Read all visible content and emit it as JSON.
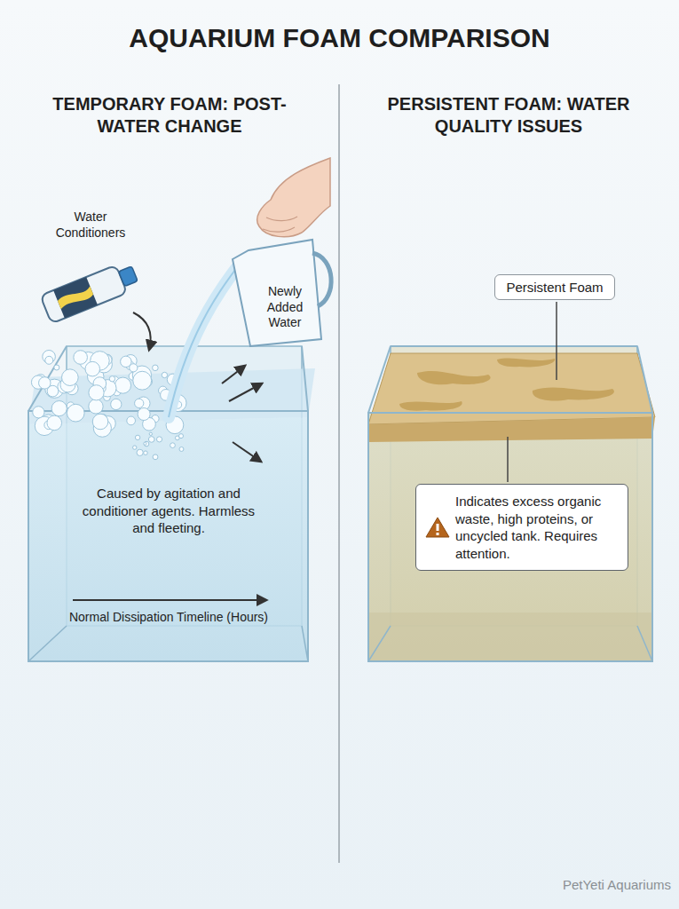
{
  "diagram": {
    "title": "AQUARIUM FOAM COMPARISON",
    "nodes": [
      {
        "text": [
          "Caused by agitation and conditioner agents. Harmless and fleeting.",
          "Normal Dissipation Timeline (Hours)"
        ]
      },
      {
        "text": [
          "Persistent Foam"
        ]
      },
      {
        "text": [
          "Indicates excess organic waste, high proteins, or uncycled tank. Requires attention."
        ]
      }
    ],
    "labels": [
      "TEMPORARY FOAM: POST-WATER CHANGE",
      "PERSISTENT FOAM: WATER QUALITY ISSUES",
      "Water Conditioners",
      "Newly Added Water",
      "PetYeti Aquariums"
    ]
  }
}
